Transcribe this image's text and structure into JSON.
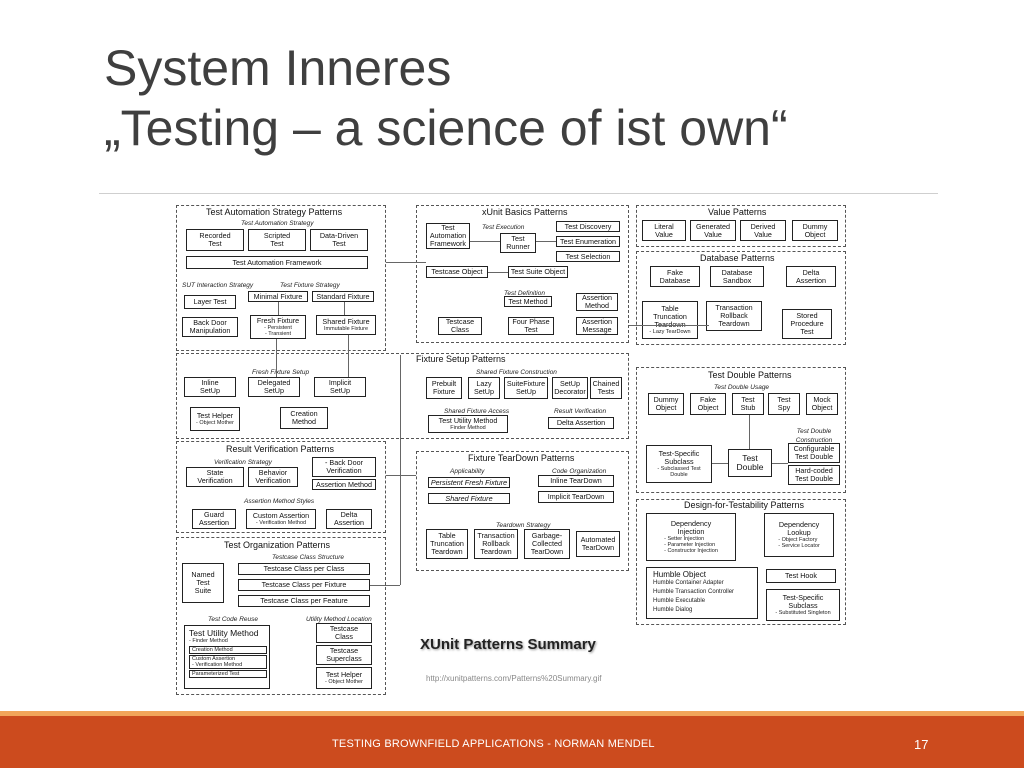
{
  "slide": {
    "title_line1": "System Inneres",
    "title_line2": "„Testing – a science of ist own“",
    "watermark": "XUnit Patterns Summary",
    "url": "http://xunitpatterns.com/Patterns%20Summary.gif",
    "footer_text": "TESTING BROWNFIELD APPLICATIONS - NORMAN MENDEL",
    "page_number": "17"
  },
  "diagram": {
    "labels": {
      "tas": "Test Automation Strategy Patterns",
      "tas_sub": "Test Automation Strategy",
      "sut": "SUT Interaction Strategy",
      "tfs": "Test Fixture Strategy",
      "xbasic": "xUnit Basics Patterns",
      "texec": "Test Execution",
      "tdef": "Test Definition",
      "value": "Value Patterns",
      "db": "Database Patterns",
      "fsp": "Fixture Setup Patterns",
      "freshsetup": "Fresh Fixture Setup",
      "sharedcons": "Shared Fixture Construction",
      "sharedacc": "Shared Fixture Access",
      "resverif": "Result Verification",
      "rvp": "Result Verification Patterns",
      "vstrat": "Verification Strategy",
      "amstyles": "Assertion Method Styles",
      "ftd": "Fixture TearDown Patterns",
      "applic": "Applicability",
      "codeorg": "Code Organization",
      "tdstrat": "Teardown Strategy",
      "tdp": "Test Double Patterns",
      "tdusage": "Test Double Usage",
      "tdcons": "Test Double Construction",
      "dft": "Design-for-Testability Patterns",
      "top": "Test Organization Patterns",
      "tcstruct": "Testcase Class Structure",
      "codereuse": "Test Code Reuse",
      "utilloc": "Utility Method Location"
    },
    "boxes": {
      "recorded": "Recorded\nTest",
      "scripted": "Scripted\nTest",
      "datadriven": "Data-Driven\nTest",
      "taf": "Test Automation Framework",
      "layer": "Layer Test",
      "backdoor": "Back Door\nManipulation",
      "minimal": "Minimal Fixture",
      "standard": "Standard Fixture",
      "fresh": "Fresh Fixture",
      "fresh_sub": "- Persistent\n- Transient",
      "shared": "Shared Fixture",
      "shared_sub": "Immutable Fixture",
      "testautofw": "Test\nAutomation\nFramework",
      "runner": "Test\nRunner",
      "discovery": "Test Discovery",
      "enumeration": "Test Enumeration",
      "selection": "Test Selection",
      "tcobject": "Testcase Object",
      "suiteobj": "Test Suite Object",
      "testmethod": "Test Method",
      "assertmethod": "Assertion\nMethod",
      "tcclass": "Testcase\nClass",
      "fourphase": "Four Phase\nTest",
      "assertmsg": "Assertion\nMessage",
      "literal": "Literal\nValue",
      "generated": "Generated\nValue",
      "derived": "Derived\nValue",
      "dummyobj_v": "Dummy\nObject",
      "fakedb": "Fake\nDatabase",
      "dbsandbox": "Database\nSandbox",
      "delta": "Delta\nAssertion",
      "tabletrunc": "Table\nTruncation\nTeardown",
      "tabletrunc_sub": "- Lazy TearDown",
      "txrollback": "Transaction\nRollback\nTeardown",
      "storedproc": "Stored\nProcedure\nTest",
      "inline": "Inline\nSetUp",
      "delegated": "Delegated\nSetUp",
      "implicit": "Implicit\nSetUp",
      "testhelper": "Test Helper",
      "testhelper_sub": "- Object Mother",
      "creation": "Creation\nMethod",
      "prebuilt": "Prebuilt\nFixture",
      "lazy": "Lazy\nSetUp",
      "suitefixture": "SuiteFixture\nSetUp",
      "decorator": "SetUp\nDecorator",
      "chained": "Chained\nTests",
      "utilmethod": "Test Utility Method",
      "utilmethod_sub": "Finder Method",
      "deltaassert": "Delta Assertion",
      "state": "State\nVerification",
      "behavior": "Behavior\nVerification",
      "backdoorverif": "- Back Door\nVerification",
      "assertmethod2": "Assertion Method",
      "guard": "Guard\nAssertion",
      "customassert": "Custom Assertion",
      "customassert_sub": "- Verification Method",
      "deltaassert2": "Delta\nAssertion",
      "persistfresh": "Persistent Fresh Fixture",
      "sharedfix2": "Shared Fixture",
      "inlinetd": "Inline TearDown",
      "implicittd": "Implicit TearDown",
      "tabletrunc2": "Table\nTruncation\nTeardown",
      "txrollback2": "Transaction\nRollback\nTeardown",
      "gc": "Garbage-\nCollected\nTearDown",
      "autotd": "Automated\nTearDown",
      "dummyobj": "Dummy\nObject",
      "fakeobj": "Fake\nObject",
      "stub": "Test\nStub",
      "spy": "Test\nSpy",
      "mock": "Mock\nObject",
      "tssub": "Test-Specific\nSubclass",
      "tssub_sub": "- Subclassed Test\nDouble",
      "testdouble": "Test\nDouble",
      "configurable": "Configurable\nTest Double",
      "hardcoded": "Hard-coded\nTest Double",
      "depinj": "Dependency\nInjection",
      "depinj_sub": "- Setter Injection\n- Parameter Injection\n- Constructor Injection",
      "deplookup": "Dependency\nLookup",
      "deplookup_sub": "- Object Factory\n- Service Locator",
      "humble": "Humble Object",
      "humble_sub": "Humble Container Adapter\nHumble Transaction Controller\nHumble Executable\nHumble Dialog",
      "testhook": "Test Hook",
      "tssub2": "Test-Specific\nSubclass",
      "tssub2_sub": "- Substituted Singleton",
      "namedsuite": "Named\nTest\nSuite",
      "perclass": "Testcase Class per Class",
      "perfixture": "Testcase Class per Fixture",
      "perfeature": "Testcase Class per Feature",
      "utilmethod2": "Test Utility Method",
      "utilmethod2_sub": "- Finder Method",
      "creation2": "Creation Method",
      "customassert2": "Custom Assertion\n- Verification Method",
      "paramtest": "Parameterized Test",
      "tcclass2": "Testcase\nClass",
      "superclass": "Testcase\nSuperclass",
      "testhelper2": "Test Helper",
      "testhelper2_sub": "- Object Mother"
    }
  }
}
